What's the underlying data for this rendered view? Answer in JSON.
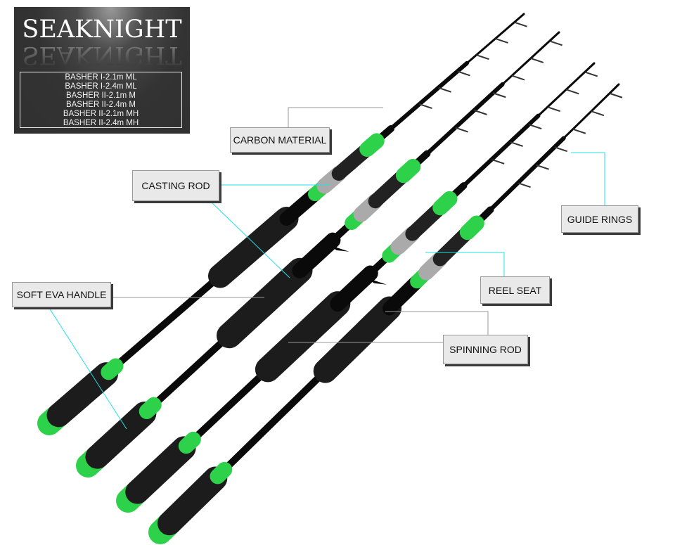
{
  "brand": {
    "name": "SEAKNIGHT"
  },
  "models": [
    "BASHER I-2.1m  ML",
    "BASHER I-2.4m  ML",
    "BASHER II-2.1m  M",
    "BASHER II-2.4m  M",
    "BASHER II-2.1m  MH",
    "BASHER II-2.4m  MH"
  ],
  "callouts": {
    "carbon_material": "CARBON MATERIAL",
    "casting_rod": "CASTING ROD",
    "guide_rings": "GUIDE RINGS",
    "reel_seat": "REEL SEAT",
    "soft_eva_handle": "SOFT EVA HANDLE",
    "spinning_rod": "SPINNING ROD"
  },
  "colors": {
    "accent_green": "#2ed24a",
    "leader_cyan": "#22e0e8",
    "rod_black": "#0a0a0a"
  }
}
